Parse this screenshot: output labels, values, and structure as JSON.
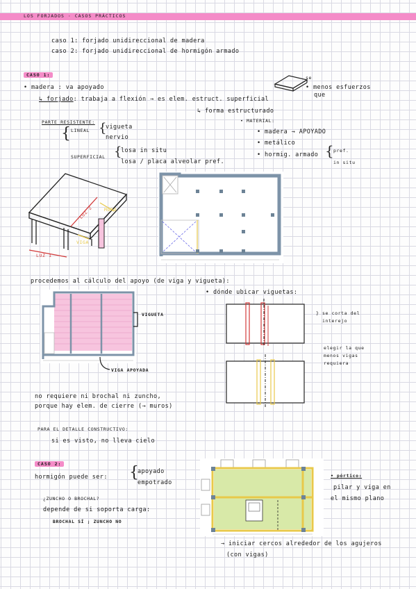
{
  "header": {
    "title": "LOS FORJADOS · CASOS PRÁCTICOS"
  },
  "intro": {
    "caso1": "caso 1: forjado unidireccional de madera",
    "caso2": "caso 2: forjado unidireccional de hormigón armado"
  },
  "section1": {
    "badge": "CASO 1:",
    "line1": "• madera : va apoyado",
    "line2_a": "↳ forjado",
    "line2_b": ": trabaja a flexión → es elem. estruct. superficial",
    "line3": "↳ forma estructurado",
    "slab_label": "se",
    "note_right": "• menos esfuerzos",
    "note_right2": "que",
    "parte_title": "PARTE RESISTENTE:",
    "lineal": "LINEAL",
    "lineal_items": [
      "vigueta",
      "nervio"
    ],
    "superficial": "SUPERFICIAL",
    "superficial_items": [
      "losa in situ",
      "losa / placa alveolar pref."
    ],
    "material_title": "• MATERIAL:",
    "material_items": [
      "• madera → APOYADO",
      "• metálico",
      "• hormig. armado"
    ],
    "hormigon_items": [
      "pref.",
      "in situ"
    ],
    "dim_luz1": "LUZ 1",
    "dim_luz2": "LUZ 2",
    "label_muro": "MURO",
    "label_viga": "VIGA"
  },
  "section2": {
    "title": "procedemos al cálculo del apoyo (de viga y vigueta):",
    "donde": "• dónde ubicar viguetas:",
    "vigueta_label": "VIGUETA",
    "viga_label": "VIGA APOYADA",
    "note1a": "} se corta del",
    "note1b": "interejo",
    "note2": [
      "elegir la que",
      "menos vigas",
      "requiera"
    ],
    "no_requiere": "no requiere ni brochal ni zuncho,",
    "porque": "porque hay elem. de cierre (→ muros)",
    "detalle": "PARA EL DETALLE CONSTRUCTIVO:",
    "si_visto": "si es visto, no lleva cielo"
  },
  "section3": {
    "badge": "CASO 2:",
    "hormigon": "hormigón puede ser:",
    "options": [
      "apoyado",
      "empotrado"
    ],
    "question": "¿ZUNCHO O BROCHAL?",
    "depende": "depende de si soporta carga:",
    "answer": "BROCHAL SÍ ; ZUNCHO NO",
    "portico": "• pórtico:",
    "portico2": "pilar y viga en",
    "portico3": "el mismo plano",
    "footer1": "→ iniciar cercos alrededor de los agujeros",
    "footer2": "(con vigas)"
  },
  "colors": {
    "accent_pink": "#f48cc8",
    "wall_blue": "#7d93a8",
    "viga_yellow": "#e8c94a",
    "plan_green": "#d8e9a8",
    "red": "#d23a3a"
  }
}
